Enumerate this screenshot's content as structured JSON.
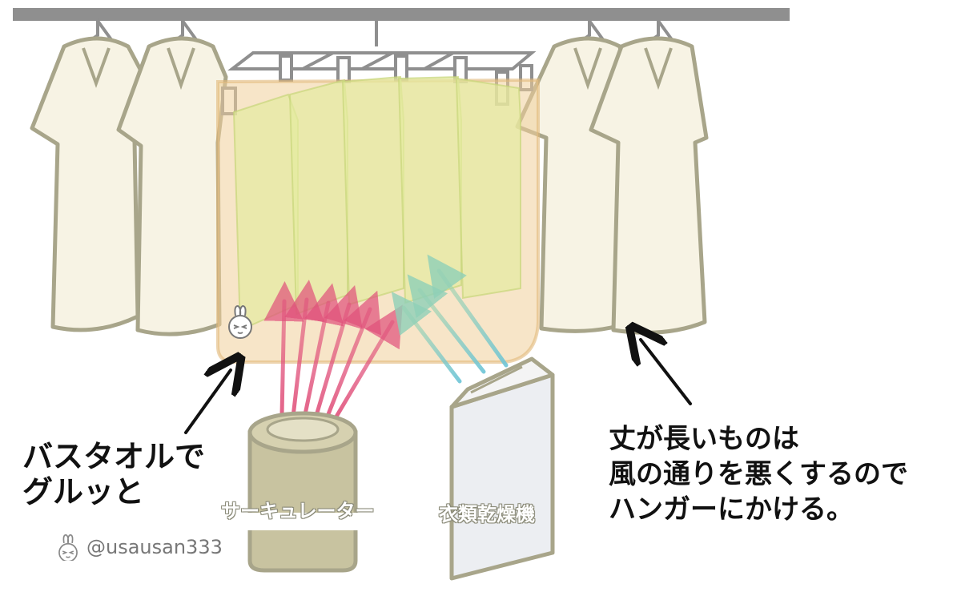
{
  "labels": {
    "towel_caption": [
      "バスタオルで",
      "グルッと"
    ],
    "circulator": "サーキュレーター",
    "dryer": "衣類乾燥機",
    "long_items": [
      "丈が長いものは",
      "風の通りを悪くするので",
      "ハンガーにかける。"
    ]
  },
  "credit": "@usausan333",
  "colors": {
    "rod": "#8f8f8f",
    "shirt_fill": "#f7f3e4",
    "outline": "#a8a58a",
    "towel": "#f1cf9a",
    "laundry": "#e4eba0",
    "warm_air": "#e0507a",
    "cool_air": "#7cc7c2",
    "circulator_body": "#c8c3a0",
    "dryer_body": "#eceef2"
  },
  "icons": [
    "rabbit-logo-icon",
    "hanger-icon",
    "pinch-hanger-icon",
    "pointer-arrow-icon"
  ]
}
